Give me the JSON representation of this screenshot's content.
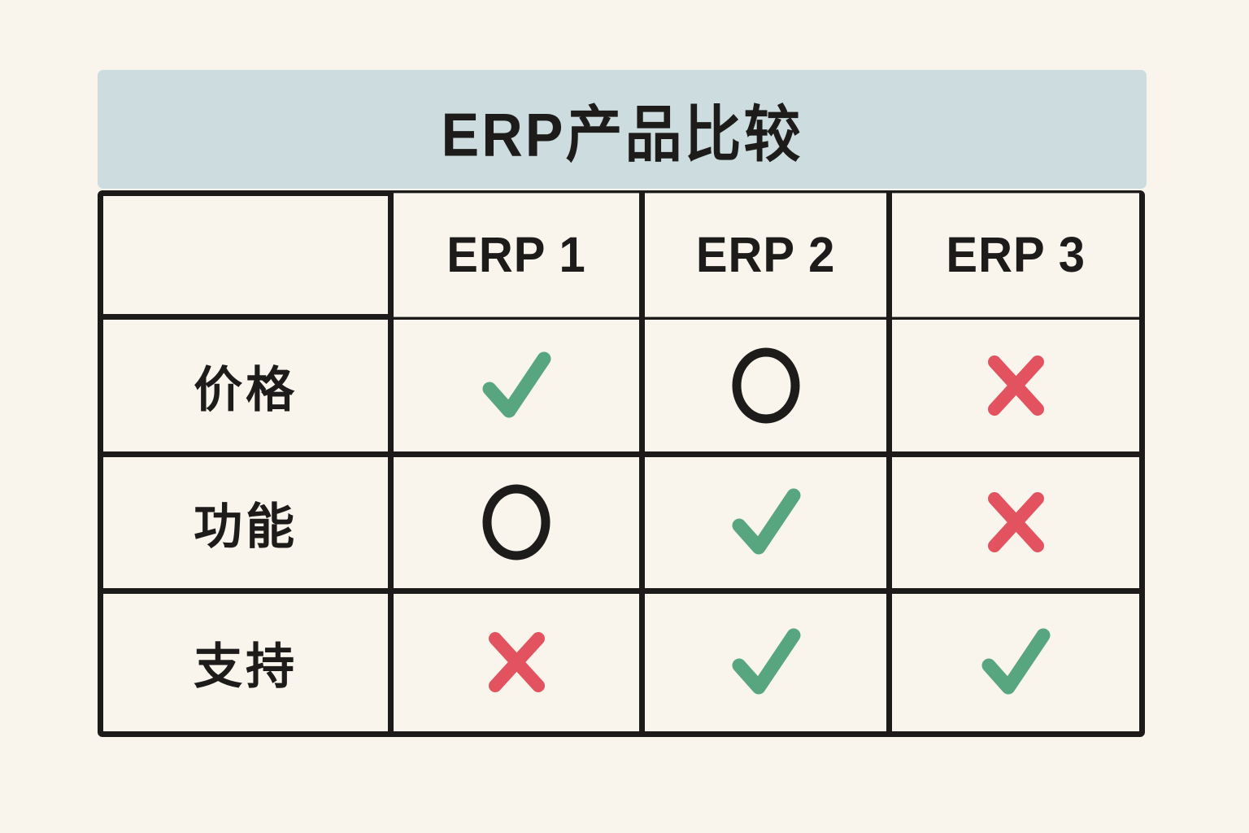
{
  "title": "ERP产品比较",
  "colors": {
    "background": "#faf5ec",
    "title_band": "#ccdcdf",
    "ink": "#1d1c1a",
    "check": "#57a67f",
    "cross": "#e3525f"
  },
  "table": {
    "columns": [
      "ERP 1",
      "ERP 2",
      "ERP 3"
    ],
    "rows": [
      {
        "label": "价格",
        "cells": [
          "check",
          "circle",
          "cross"
        ]
      },
      {
        "label": "功能",
        "cells": [
          "circle",
          "check",
          "cross"
        ]
      },
      {
        "label": "支持",
        "cells": [
          "cross",
          "check",
          "check"
        ]
      }
    ]
  },
  "chart_data": {
    "type": "table",
    "title": "ERP产品比较",
    "columns": [
      "",
      "ERP 1",
      "ERP 2",
      "ERP 3"
    ],
    "rows": [
      [
        "价格",
        "check",
        "circle",
        "cross"
      ],
      [
        "功能",
        "circle",
        "check",
        "cross"
      ],
      [
        "支持",
        "cross",
        "check",
        "check"
      ]
    ],
    "layout_hints": {
      "header_band_color": "#ccdcdf",
      "grid": "on",
      "symbol_colors": {
        "check": "#57a67f",
        "circle": "#1d1c1a",
        "cross": "#e3525f"
      }
    }
  }
}
